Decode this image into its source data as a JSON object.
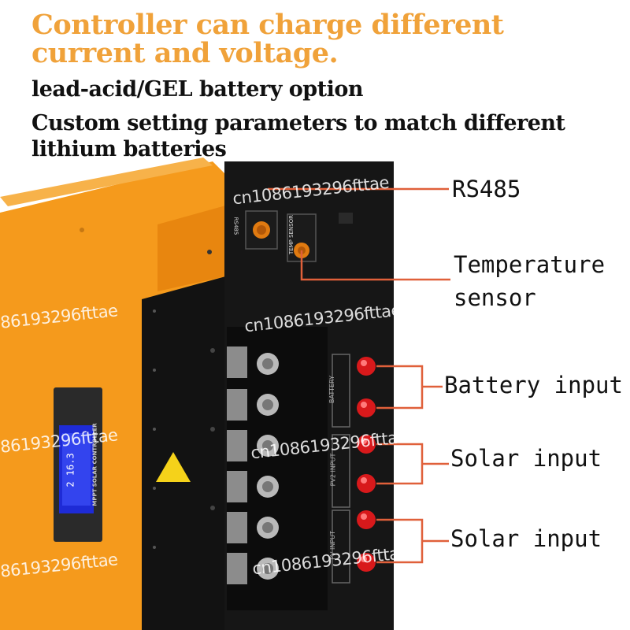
{
  "headline": {
    "line1": "Controller can charge different",
    "line2": "current and voltage."
  },
  "subtitle1": "lead-acid/GEL battery option",
  "subtitle2": "Custom setting parameters to match different lithium batteries",
  "callouts": {
    "rs485": "RS485",
    "temperature_line1": "Temperature",
    "temperature_line2": "sensor",
    "battery_input": "Battery input",
    "solar_input_1": "Solar input",
    "solar_input_2": "Solar input"
  },
  "device_labels": {
    "port_rs485": "RS485",
    "port_temp": "TEMP SENSOR",
    "battery_block": "BATTERY",
    "pv2_block": "PV2 INPUT",
    "pv1_block": "PV INPUT",
    "display_brand": "MPPT SOLAR CONTROLLER",
    "display_reading": "2 16.3"
  },
  "watermarks": [
    "cn1086193296fttae",
    "86193296fttae",
    "cn1086193296fttae",
    "86193296fttae",
    "cn1086193296fttae",
    "86193296fttae",
    "cn1086193296fttae"
  ],
  "colors": {
    "accent_orange": "#f0a23a",
    "device_orange": "#f59a1c",
    "panel_black": "#141414",
    "led_red": "#d8191b",
    "callout_line": "#e0603a",
    "lcd_blue": "#1e2bd6"
  }
}
